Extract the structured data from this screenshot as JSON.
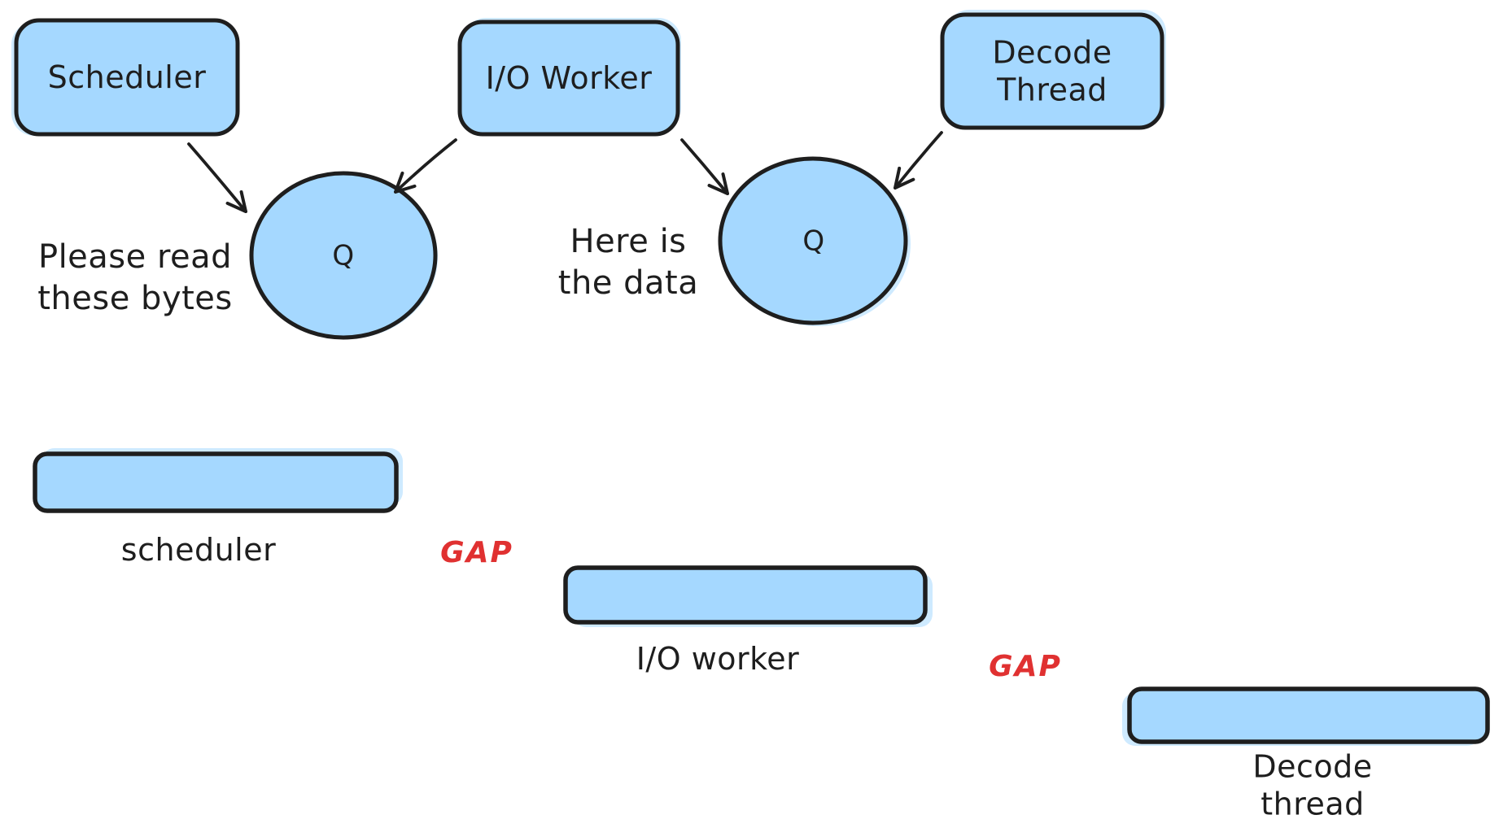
{
  "colors": {
    "background": "#ffffff",
    "stroke": "#1e1e1e",
    "shape_fill": "#a5d8ff",
    "gap_text": "#e03131"
  },
  "top_row": {
    "scheduler_box": {
      "label": "Scheduler"
    },
    "io_worker_box": {
      "label": "I/O Worker"
    },
    "decode_thread_box": {
      "label": "Decode\nThread"
    },
    "queue_left": {
      "label": "Q"
    },
    "queue_right": {
      "label": "Q"
    },
    "message_left": "Please read\nthese bytes",
    "message_right": "Here is\nthe data"
  },
  "timeline": {
    "scheduler_bar_label": "scheduler",
    "io_worker_bar_label": "I/O worker",
    "decode_thread_bar_label": "Decode thread",
    "gap_label_1": "GAP",
    "gap_label_2": "GAP"
  }
}
